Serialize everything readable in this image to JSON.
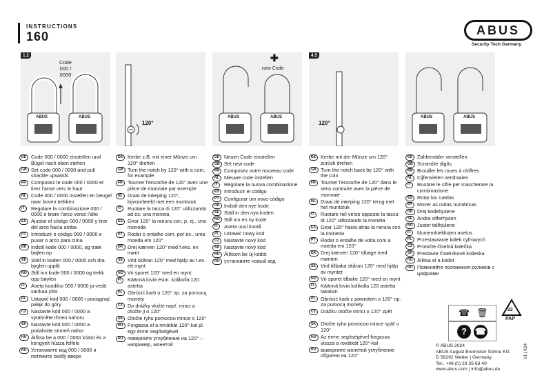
{
  "header": {
    "title": "INSTRUCTIONS",
    "number": "160"
  },
  "logo": {
    "text": "ABUS",
    "subtitle": "Security Tech Germany"
  },
  "panels": [
    {
      "num": "1.2",
      "labels": [
        "Code",
        "000 /",
        "0000"
      ],
      "locks": [
        "ABUS",
        "ABUS"
      ]
    },
    {
      "num": "",
      "angle": "120°"
    },
    {
      "num": "",
      "labels": [
        "new Code"
      ],
      "locks": [
        "ABUS",
        "ABUS"
      ]
    },
    {
      "num": "4.5",
      "angle": "120°"
    },
    {
      "num": "",
      "locks": [
        "ABUS",
        "ABUS"
      ]
    }
  ],
  "columns": [
    [
      {
        "c": "DE",
        "t": "Code 000 / 0000 einstellen und Bügel nach oben ziehen"
      },
      {
        "c": "GB",
        "t": "Set code 000 / 0000 and pull shackle upwards"
      },
      {
        "c": "FR",
        "t": "Composez le code 000 / 0000 et tirez l'anse vers le haut"
      },
      {
        "c": "NL",
        "t": "Code 000 / 0000 instellen en beugel naar boven trekken"
      },
      {
        "c": "IT",
        "t": "Regolare la combinazione 000 / 0000 e tirare l'arco verso l'alto"
      },
      {
        "c": "ES",
        "t": "Ajustar el código 000 / 0000 y tirar del arco hacia arriba"
      },
      {
        "c": "PT",
        "t": "Introduzir o código 000 / 0000 e puxar o arco para cima"
      },
      {
        "c": "DK",
        "t": "Indstil kode 000 / 0000, og træk bøjlen op"
      },
      {
        "c": "SE",
        "t": "Ställ in koden 000 / 0000 och dra byglen uppåt"
      },
      {
        "c": "NO",
        "t": "Still inn kode 000 / 0000 og trekk opp bøylen"
      },
      {
        "c": "FI",
        "t": "Aseta koodiksi 000 / 0000 ja vedä sankaa ylös"
      },
      {
        "c": "PL",
        "t": "Ustawić kod 000 / 0000 i pociągnąć pałąk do góry"
      },
      {
        "c": "CZ",
        "t": "Nastavte kód 000 / 0000 a vytáhněte třmen nahoru"
      },
      {
        "c": "SK",
        "t": "Nastavte kód 000 / 0000 a potiahnite strmeň nahor"
      },
      {
        "c": "HU",
        "t": "Állítsa be a 000 / 0000 kódot és a kengyelt húzza felfele"
      },
      {
        "c": "RU",
        "t": "Установите код 000 / 0000 и потяните скобу вверх"
      }
    ],
    [
      {
        "c": "DE",
        "t": "Kerbe z.B. mit einer Münze um 120° drehen"
      },
      {
        "c": "GB",
        "t": "Turn the notch by 120° with a coin, for example"
      },
      {
        "c": "FR",
        "t": "Tourner l'encoche de 120° avec une pièce de monnaie par exemple"
      },
      {
        "c": "NL",
        "t": "Draai de inkeping 120°, bijvoorbeeld met een muntstuk"
      },
      {
        "c": "IT",
        "t": "Ruotare la tacca di 120° utilizzando ad es. una moneta"
      },
      {
        "c": "ES",
        "t": "Girar 120° la ranura con, p. ej., una moneda"
      },
      {
        "c": "PT",
        "t": "Rodar o entalhe com, por ex., uma moeda em 120°"
      },
      {
        "c": "DK",
        "t": "Drej kærven 120° med f.eks. en mønt"
      },
      {
        "c": "SE",
        "t": "Vrid skåran 120° med hjälp av t.ex. ett mynt"
      },
      {
        "c": "NO",
        "t": "Vri sporet 120° med en mynt"
      },
      {
        "c": "FI",
        "t": "Käännä lovia esim. kolikolla 120 astetta"
      },
      {
        "c": "PL",
        "t": "Obrócić karb o 120° np. za pomocą monety"
      },
      {
        "c": "CZ",
        "t": "Do drážky vložte např. minci a otočte ji o 120°"
      },
      {
        "c": "SK",
        "t": "Otočte ryhu pomocou mince o 120°"
      },
      {
        "c": "HU",
        "t": "Forgassa el a rovátkát 120°-kal pl. egy érme segítségével"
      },
      {
        "c": "RU",
        "t": "поверните углубление на 120° – например, монетой"
      }
    ],
    [
      {
        "c": "DE",
        "t": "Neuen Code einstellen"
      },
      {
        "c": "GB",
        "t": "Set new code"
      },
      {
        "c": "FR",
        "t": "Composez votre nouveau code"
      },
      {
        "c": "NL",
        "t": "Nieuwe code instellen"
      },
      {
        "c": "IT",
        "t": "Regolare la nuova combinazione"
      },
      {
        "c": "ES",
        "t": "Introducir el código"
      },
      {
        "c": "PT",
        "t": "Configurar um novo código"
      },
      {
        "c": "DK",
        "t": "Indstil den nye kode"
      },
      {
        "c": "SE",
        "t": "Ställ in den nya koden"
      },
      {
        "c": "NO",
        "t": "Still inn en ny kode"
      },
      {
        "c": "FI",
        "t": "Aseta uusi koodi"
      },
      {
        "c": "PL",
        "t": "Ustawić nowy kod"
      },
      {
        "c": "CZ",
        "t": "Nastavte nový kód"
      },
      {
        "c": "SK",
        "t": "Nastavte nový kód"
      },
      {
        "c": "HU",
        "t": "Állítson be új kódot"
      },
      {
        "c": "RU",
        "t": "установите новый код"
      }
    ],
    [
      {
        "c": "DE",
        "t": "Kerbe mit der Münze um 120° zurück drehen"
      },
      {
        "c": "GB",
        "t": "Turn the notch back by 120° with the coin"
      },
      {
        "c": "FR",
        "t": "Tourner l'encoche de 120° dans le sens contraire avec la pièce de monnaie"
      },
      {
        "c": "NL",
        "t": "Draai de inkeping 120° terug met het muntstuk"
      },
      {
        "c": "IT",
        "t": "Ruotare nel verso opposto la tacca di 120° utilizzando la moneta"
      },
      {
        "c": "ES",
        "t": "Girar 120° hacia atrás la ranura con la moneda"
      },
      {
        "c": "PT",
        "t": "Rodar o entalhe de volta com a moeda em 120°"
      },
      {
        "c": "DK",
        "t": "Drej kærven 120° tilbage med mønten"
      },
      {
        "c": "SE",
        "t": "Vrid tillbaka skåran 120° med hjälp av myntet"
      },
      {
        "c": "NO",
        "t": "Vri sporet tilbake 120° med en mynt"
      },
      {
        "c": "FI",
        "t": "Käännä lovia kolikolla 120 astetta takaisin"
      },
      {
        "c": "PL",
        "t": "Obrócić karb z powrotem o 120° np. za pomocą monety"
      },
      {
        "c": "CZ",
        "t": "Drážku otočte mincí o 120° zpět"
      },
      {
        "c": "SK",
        "t": "Otočte ryhu pomocou mince späť o 120°"
      },
      {
        "c": "HU",
        "t": "Az érme segítségével forgassa vissza a rovátkát 120°-kal"
      },
      {
        "c": "RU",
        "t": "выверните монетой углубление обратно на 120°"
      }
    ],
    [
      {
        "c": "DE",
        "t": "Zahlenräder verstellen"
      },
      {
        "c": "GB",
        "t": "Scramble digits"
      },
      {
        "c": "FR",
        "t": "Brouiller les roues à chiffres"
      },
      {
        "c": "NL",
        "t": "Cijferwielen verdraaien"
      },
      {
        "c": "IT",
        "t": "Ruotare le cifre per mascherare la combinazione"
      },
      {
        "c": "ES",
        "t": "Rotar las ruedas"
      },
      {
        "c": "PT",
        "t": "Mover as rodas numéricas"
      },
      {
        "c": "DK",
        "t": "Drej kodehjulene"
      },
      {
        "c": "SE",
        "t": "Ändra sifferhjulen"
      },
      {
        "c": "NO",
        "t": "Juster tallhjulene"
      },
      {
        "c": "FI",
        "t": "Numerokiekkojen asetus"
      },
      {
        "c": "PL",
        "t": "Przestawianie kółek cyfrowych"
      },
      {
        "c": "CZ",
        "t": "Protočte číselná kolečka"
      },
      {
        "c": "SK",
        "t": "Prestavte číselníkové kolieska"
      },
      {
        "c": "HU",
        "t": "Állítsa el a kódot"
      },
      {
        "c": "RU",
        "t": "Поменяйте положения роликов с цифрами"
      }
    ]
  ],
  "recycle": {
    "num": "22",
    "label": "PAP"
  },
  "footer": {
    "lines": [
      "© ABUS 2024",
      "ABUS August Bremicker Söhne KG",
      "D 58292 Wetter | Germany.",
      "Tel.: +49 (0) 23 35 63 40",
      "www.abus.com | info@abus.de"
    ],
    "vertical": "V1 | K24"
  }
}
